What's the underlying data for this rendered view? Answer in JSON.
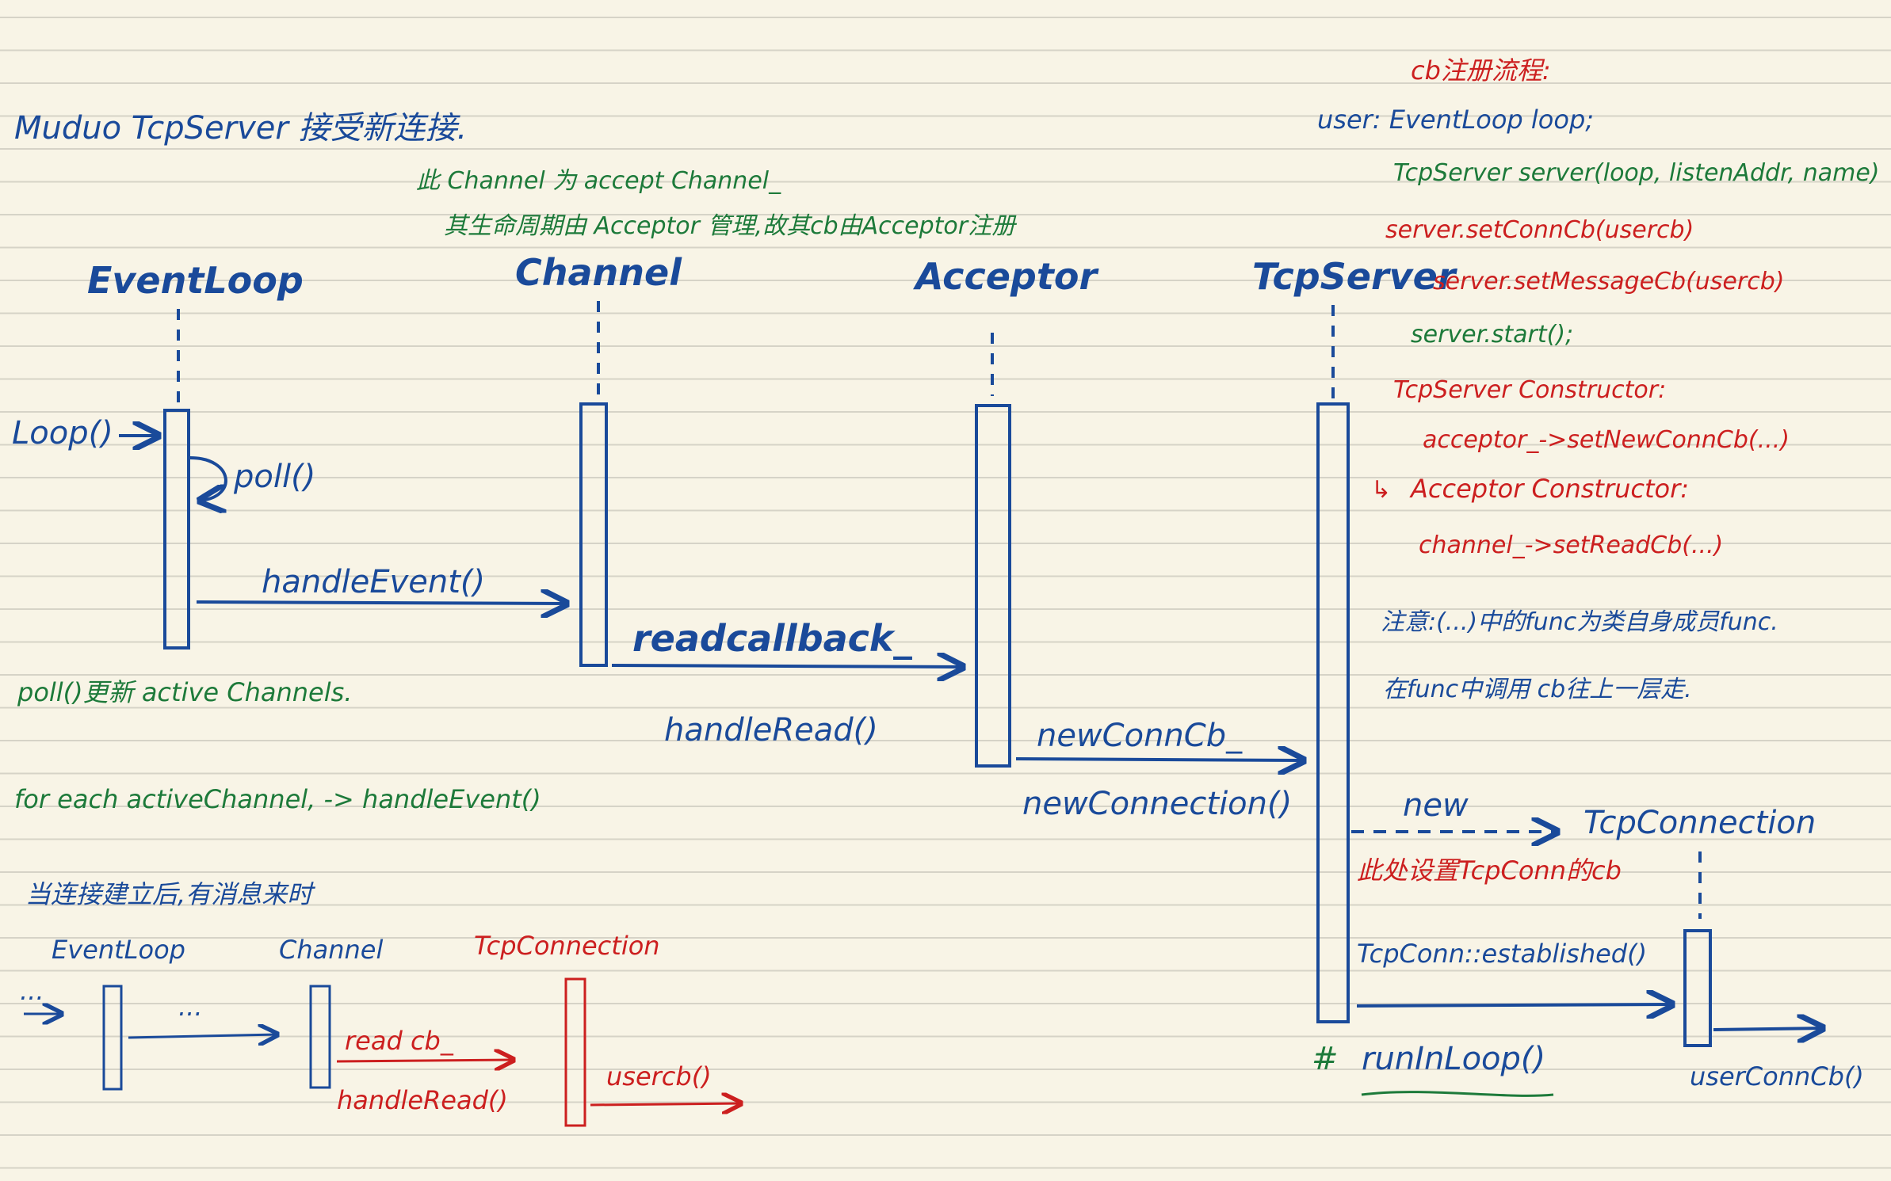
{
  "colors": {
    "paper": "#f8f4e6",
    "rule": "#d6d3c7",
    "blue": "#1a4a9a",
    "green": "#1d7a3a",
    "red": "#cc1f1f"
  },
  "title": "Muduo   TcpServer 接受新连接.",
  "green_note": {
    "line1": "此 Channel 为 accept Channel_",
    "line2": "其生命周期由 Acceptor 管理,故其cb由Acceptor注册"
  },
  "lifelines": {
    "eventloop": "EventLoop",
    "channel": "Channel",
    "acceptor": "Acceptor",
    "tcpserver": "TcpServer",
    "tcpconnection": "TcpConnection"
  },
  "messages": {
    "loop": "Loop()",
    "poll": "poll()",
    "handle_event": "handleEvent()",
    "readcallback": "readcallback_",
    "handle_read": "handleRead()",
    "new_conn_cb": "newConnCb_",
    "new_connection": "newConnection()",
    "new": "new",
    "established": "TcpConn::established()",
    "run_in_loop": "runInLoop()",
    "user_conn_cb": "userConnCb()"
  },
  "notes": {
    "poll_update": "poll()更新 active Channels.",
    "for_each": "for each activeChannel, -> handleEvent()",
    "set_cb": "此处设置TcpConn的cb"
  },
  "bottom": {
    "heading": "当连接建立后,有消息来时",
    "eventloop": "EventLoop",
    "channel": "Channel",
    "tcpconnection": "TcpConnection",
    "dots_left": "...",
    "dots_mid": "...",
    "read_cb": "read cb_",
    "handle_read": "handleRead()",
    "user_cb": "usercb()"
  },
  "right_panel": {
    "heading": "cb注册流程:",
    "line1": "user: EventLoop loop;",
    "line2": "TcpServer  server(loop, listenAddr, name)",
    "line3": "server.setConnCb(usercb)",
    "line4": "server.setMessageCb(usercb)",
    "line5": "server.start();",
    "line6": "TcpServer  Constructor:",
    "line7": "acceptor_->setNewConnCb(...)",
    "line8": "Acceptor  Constructor:",
    "line9": "channel_->setReadCb(...)",
    "note1": "注意:(...)中的func为类自身成员func.",
    "note2": "在func中调用 cb往上一层走."
  }
}
